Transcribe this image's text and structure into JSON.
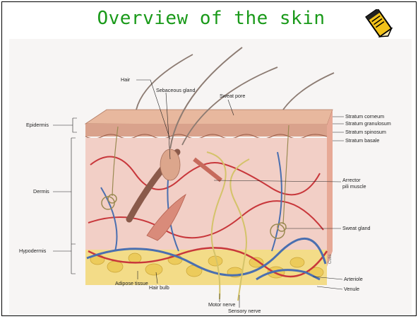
{
  "slide": {
    "title": "Overview of the skin"
  },
  "diagram": {
    "labels": {
      "hair": "Hair",
      "sebaceous_gland": "Sebaceous gland",
      "sweat_pore": "Sweat pore",
      "epidermis": "Epidermis",
      "stratum_corneum": "Stratum corneum",
      "stratum_granulosum": "Stratum granulosum",
      "stratum_spinosum": "Stratum spinosum",
      "stratum_basale": "Stratum basale",
      "dermis": "Dermis",
      "arrector_line1": "Arrector",
      "arrector_line2": "pili muscle",
      "sweat_gland": "Sweat gland",
      "hypodermis": "Hypodermis",
      "adipose_tissue": "Adipose tissue",
      "hair_bulb": "Hair bulb",
      "motor_nerve": "Motor nerve",
      "sensory_nerve": "Sensory nerve",
      "arteriole": "Arteriole",
      "venule": "Venule",
      "side_mark": "Cutis"
    }
  },
  "icon": {
    "name": "pencil-notepad-icon"
  }
}
